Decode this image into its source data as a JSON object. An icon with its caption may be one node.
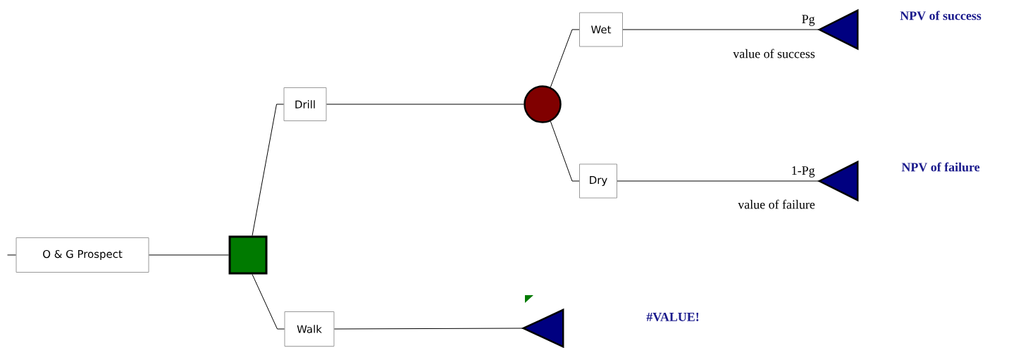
{
  "diagram": {
    "nodes": [
      {
        "text": [
          "O & G Prospect"
        ]
      },
      {
        "text": [],
        "shape": "box"
      },
      {
        "text": [
          "Drill"
        ]
      },
      {
        "text": [
          "Walk"
        ]
      },
      {
        "text": [],
        "shape": "circle"
      },
      {
        "text": [
          "Wet"
        ]
      },
      {
        "text": [
          "Dry"
        ]
      },
      {
        "text": [],
        "shape": "triangle",
        "beside": [
          "NPV of success"
        ]
      },
      {
        "text": [],
        "shape": "triangle",
        "beside": [
          "NPV of failure"
        ]
      },
      {
        "text": [],
        "shape": "triangle"
      }
    ],
    "edges": [
      {
        "from": null,
        "to": 0,
        "arrow": "none"
      },
      {
        "from": 0,
        "to": 1,
        "arrow": "none"
      },
      {
        "from": 1,
        "to": 2,
        "arrow": "none"
      },
      {
        "from": 1,
        "to": 3,
        "arrow": "none"
      },
      {
        "from": 2,
        "to": 4,
        "arrow": "none"
      },
      {
        "from": 4,
        "to": 5,
        "arrow": "none"
      },
      {
        "from": 4,
        "to": 6,
        "arrow": "none"
      },
      {
        "from": 5,
        "to": 7,
        "arrow": "none",
        "label": "Pg"
      },
      {
        "from": 6,
        "to": 8,
        "arrow": "none",
        "label": "1-Pg"
      },
      {
        "from": 3,
        "to": 9,
        "arrow": "none"
      }
    ],
    "labels": [
      "value of success",
      "value of failure",
      "#VALUE!"
    ]
  }
}
